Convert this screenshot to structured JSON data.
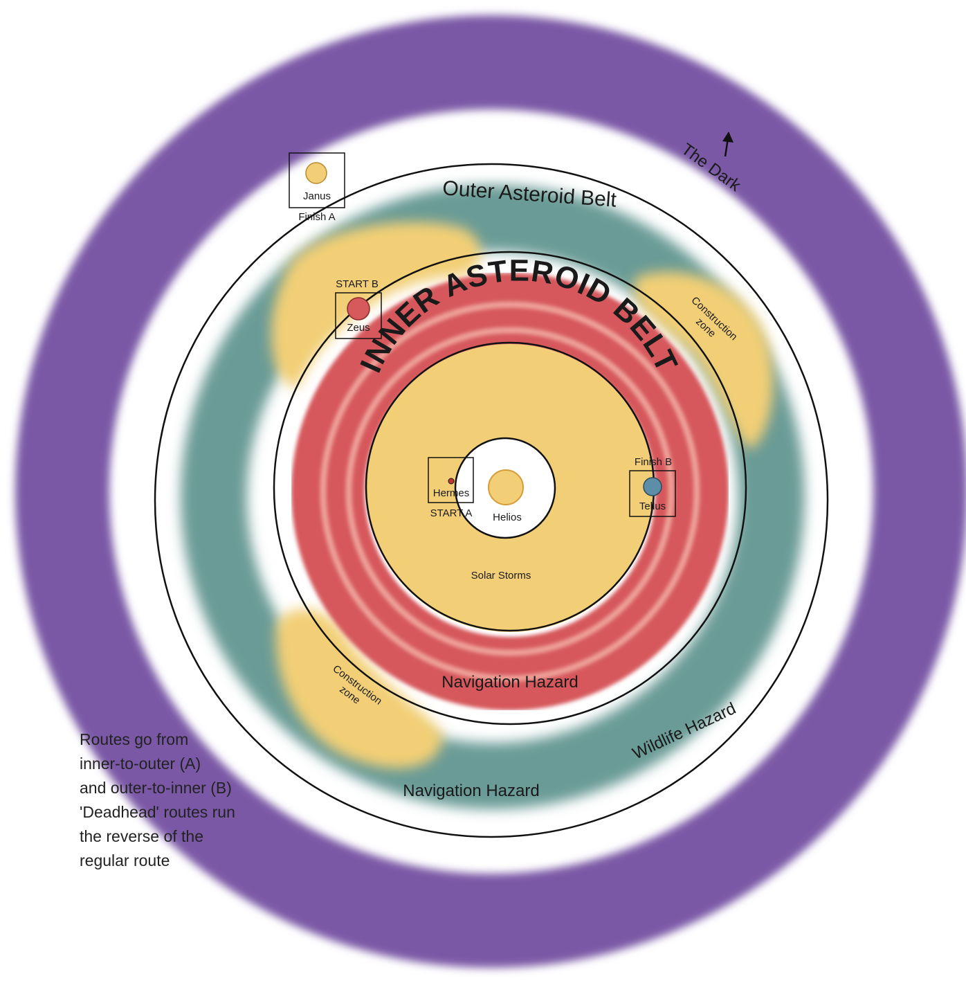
{
  "colors": {
    "dark_ring": "#7a58a6",
    "outer_belt": "#6a9b96",
    "inner_belt": "#d6595c",
    "solar": "#f2cf76",
    "construction": "#f2cf76",
    "orbit_line": "#111111"
  },
  "labels": {
    "the_dark": "The Dark",
    "outer_belt": "Outer Asteroid Belt",
    "inner_belt": "INNER ASTEROID BELT",
    "solar_storms": "Solar Storms",
    "nav_hazard_inner": "Navigation Hazard",
    "nav_hazard_outer": "Navigation Hazard",
    "wildlife_hazard": "Wildlife Hazard",
    "construction_zone_1_line1": "Construction",
    "construction_zone_1_line2": "zone",
    "construction_zone_2_line1": "Construction",
    "construction_zone_2_line2": "zone"
  },
  "bodies": {
    "helios": "Helios",
    "hermes": "Hermes",
    "tellus": "Tellus",
    "zeus": "Zeus",
    "janus": "Janus"
  },
  "markers": {
    "start_a": "START A",
    "start_b": "START B",
    "finish_a": "Finish A",
    "finish_b": "Finish B"
  },
  "notes": {
    "line1": "Routes go from",
    "line2": "inner-to-outer (A)",
    "line3": "and outer-to-inner (B)",
    "line4": "'Deadhead' routes run",
    "line5": "the reverse of the",
    "line6": "regular route"
  },
  "icons": {
    "arrow": "up-arrow-icon"
  }
}
